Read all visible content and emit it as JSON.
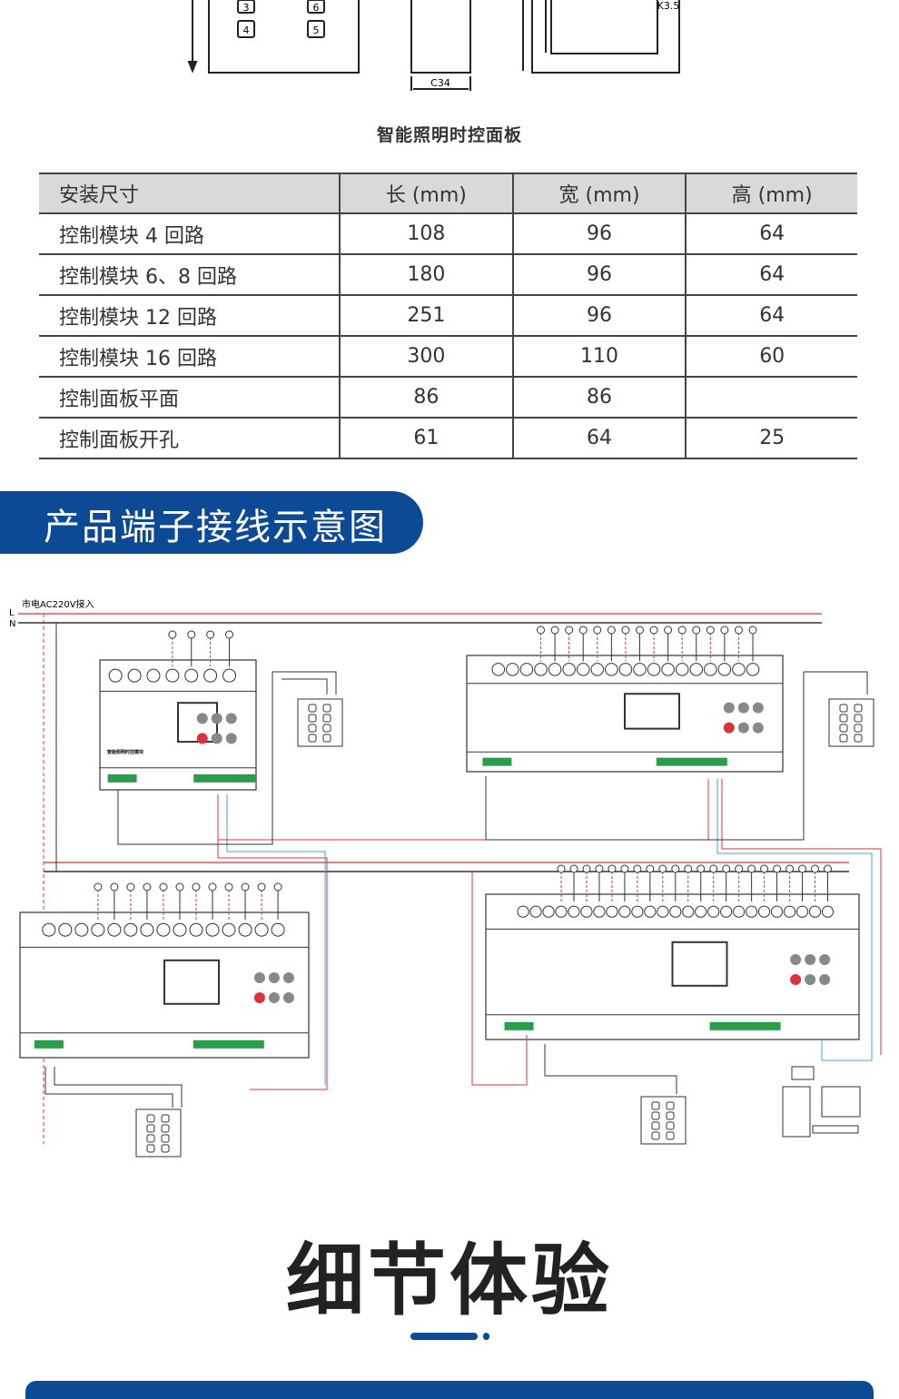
{
  "drawing": {
    "labels": [
      "3",
      "6",
      "4",
      "5"
    ],
    "width_label": "C34",
    "radius_label": "K3.5"
  },
  "caption": "智能照明时控面板",
  "size_table": {
    "headers": [
      "安装尺寸",
      "长 (mm)",
      "宽 (mm)",
      "高 (mm)"
    ],
    "rows": [
      [
        "控制模块 4 回路",
        "108",
        "96",
        "64"
      ],
      [
        "控制模块 6、8 回路",
        "180",
        "96",
        "64"
      ],
      [
        "控制模块 12 回路",
        "251",
        "96",
        "64"
      ],
      [
        "控制模块 16 回路",
        "300",
        "110",
        "60"
      ],
      [
        "控制面板平面",
        "86",
        "86",
        ""
      ],
      [
        "控制面板开孔",
        "61",
        "64",
        "25"
      ]
    ]
  },
  "banner": {
    "title": "产品端子接线示意图"
  },
  "diagram": {
    "mains_label": "市电AC220V接入",
    "line_L": "L",
    "line_N": "N",
    "module_name": "智能照明时控模块"
  },
  "detail": {
    "title": "细节体验"
  },
  "colors": {
    "brand_blue": "#0c4a96",
    "live_wire": "#e0303a",
    "comm_wire": "#3aa8d8"
  }
}
